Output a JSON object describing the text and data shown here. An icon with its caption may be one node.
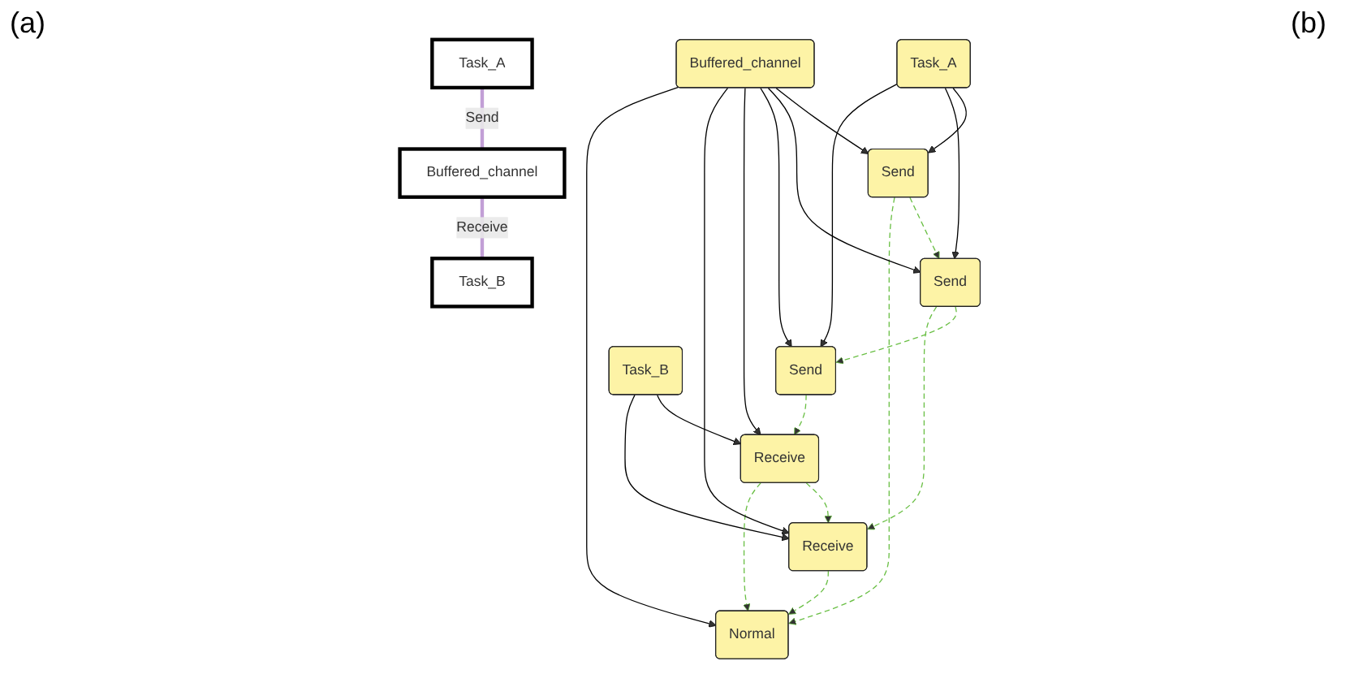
{
  "diagram": {
    "nodes": [
      {
        "text": [
          "Task_A"
        ]
      },
      {
        "text": [
          "Send"
        ]
      },
      {
        "text": [
          "Send"
        ]
      },
      {
        "text": [
          "Send"
        ]
      },
      {
        "text": [
          "Task_B"
        ]
      },
      {
        "text": [
          "Receive"
        ]
      },
      {
        "text": [
          "Receive"
        ]
      },
      {
        "text": [
          "Buffered_channel"
        ]
      },
      {
        "text": [
          "Normal"
        ]
      },
      {
        "text": [
          "Task_A"
        ]
      },
      {
        "text": [
          "Buffered_channel"
        ]
      },
      {
        "text": [
          "Task_B"
        ]
      }
    ],
    "edges": [
      {
        "from": 0,
        "to": 1,
        "arrow": "to"
      },
      {
        "from": 0,
        "to": 2,
        "arrow": "to"
      },
      {
        "from": 0,
        "to": 3,
        "arrow": "to"
      },
      {
        "from": 4,
        "to": 5,
        "arrow": "to"
      },
      {
        "from": 4,
        "to": 6,
        "arrow": "to"
      },
      {
        "from": 1,
        "to": 2,
        "arrow": "to",
        "style": "dashed",
        "color": "#6abf45"
      },
      {
        "from": 2,
        "to": 3,
        "arrow": "to",
        "style": "dashed",
        "color": "#6abf45"
      },
      {
        "from": 3,
        "to": 5,
        "arrow": "to",
        "style": "dashed",
        "color": "#6abf45"
      },
      {
        "from": 5,
        "to": 6,
        "arrow": "to",
        "style": "dashed",
        "color": "#6abf45"
      },
      {
        "from": 6,
        "to": 8,
        "arrow": "to",
        "style": "dashed",
        "color": "#6abf45"
      },
      {
        "from": 1,
        "to": 8,
        "arrow": "to",
        "style": "dashed",
        "color": "#6abf45"
      },
      {
        "from": 2,
        "to": 6,
        "arrow": "to",
        "style": "dashed",
        "color": "#6abf45"
      },
      {
        "from": 5,
        "to": 8,
        "arrow": "to",
        "style": "dashed",
        "color": "#6abf45"
      },
      {
        "from": 7,
        "to": 1,
        "arrow": "to"
      },
      {
        "from": 7,
        "to": 2,
        "arrow": "to"
      },
      {
        "from": 7,
        "to": 3,
        "arrow": "to"
      },
      {
        "from": 7,
        "to": 5,
        "arrow": "to"
      },
      {
        "from": 7,
        "to": 6,
        "arrow": "to"
      },
      {
        "from": 7,
        "to": 8,
        "arrow": "to"
      },
      {
        "from": 9,
        "to": 10,
        "label": "Send",
        "arrow": "none",
        "style": "thick",
        "color": "#c29fd6"
      },
      {
        "from": 10,
        "to": 11,
        "label": "Receive",
        "arrow": "none",
        "style": "thick",
        "color": "#c29fd6"
      }
    ],
    "labels": [
      "(a)",
      "(b)"
    ]
  }
}
